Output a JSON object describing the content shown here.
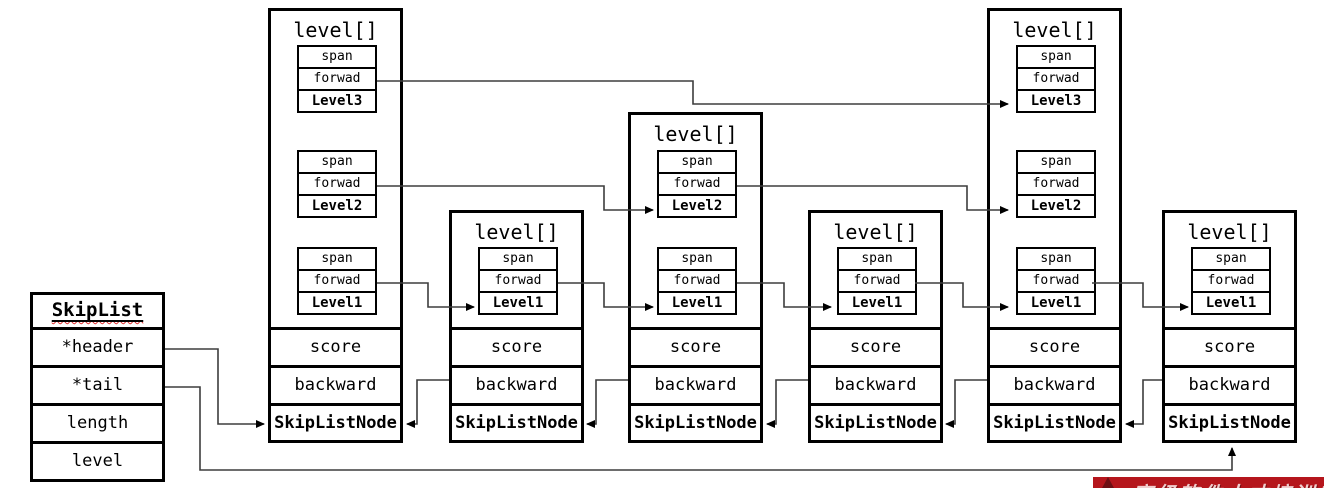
{
  "skiplist": {
    "title": "SkipList",
    "fields": [
      "*header",
      "*tail",
      "length",
      "level"
    ]
  },
  "nodes": [
    {
      "title": "level[]",
      "levels": [
        {
          "span": "span",
          "forward": "forwad",
          "label": "Level3"
        },
        {
          "span": "span",
          "forward": "forwad",
          "label": "Level2"
        },
        {
          "span": "span",
          "forward": "forwad",
          "label": "Level1"
        }
      ],
      "score": "score",
      "backward": "backward",
      "name": "SkipListNode"
    },
    {
      "title": "level[]",
      "levels": [
        {
          "span": "span",
          "forward": "forwad",
          "label": "Level1"
        }
      ],
      "score": "score",
      "backward": "backward",
      "name": "SkipListNode"
    },
    {
      "title": "level[]",
      "levels": [
        {
          "span": "span",
          "forward": "forwad",
          "label": "Level2"
        },
        {
          "span": "span",
          "forward": "forwad",
          "label": "Level1"
        }
      ],
      "score": "score",
      "backward": "backward",
      "name": "SkipListNode"
    },
    {
      "title": "level[]",
      "levels": [
        {
          "span": "span",
          "forward": "forwad",
          "label": "Level1"
        }
      ],
      "score": "score",
      "backward": "backward",
      "name": "SkipListNode"
    },
    {
      "title": "level[]",
      "levels": [
        {
          "span": "span",
          "forward": "forwad",
          "label": "Level3"
        },
        {
          "span": "span",
          "forward": "forwad",
          "label": "Level2"
        },
        {
          "span": "span",
          "forward": "forwad",
          "label": "Level1"
        }
      ],
      "score": "score",
      "backward": "backward",
      "name": "SkipListNode"
    },
    {
      "title": "level[]",
      "levels": [
        {
          "span": "span",
          "forward": "forwad",
          "label": "Level1"
        }
      ],
      "score": "score",
      "backward": "backward",
      "name": "SkipListNode"
    }
  ],
  "edges": [
    {
      "from": "skiplist.*header",
      "to": "node1.SkipListNode"
    },
    {
      "from": "skiplist.*tail",
      "to": "node6.SkipListNode"
    },
    {
      "from": "node1.Level3.forwad",
      "to": "node5.Level3"
    },
    {
      "from": "node1.Level2.forwad",
      "to": "node3.Level2"
    },
    {
      "from": "node3.Level2.forwad",
      "to": "node5.Level2"
    },
    {
      "from": "node1.Level1.forwad",
      "to": "node2.Level1"
    },
    {
      "from": "node2.Level1.forwad",
      "to": "node3.Level1"
    },
    {
      "from": "node3.Level1.forwad",
      "to": "node4.Level1"
    },
    {
      "from": "node4.Level1.forwad",
      "to": "node5.Level1"
    },
    {
      "from": "node5.Level1.forwad",
      "to": "node6.Level1"
    },
    {
      "from": "node2.backward",
      "to": "node1.SkipListNode"
    },
    {
      "from": "node3.backward",
      "to": "node2.SkipListNode"
    },
    {
      "from": "node4.backward",
      "to": "node3.SkipListNode"
    },
    {
      "from": "node5.backward",
      "to": "node4.SkipListNode"
    },
    {
      "from": "node6.backward",
      "to": "node5.SkipListNode"
    }
  ],
  "watermark": {
    "text": "高级软件人才培训专家"
  },
  "colors": {
    "line": "#3d3d3d",
    "box_border": "#000000",
    "ribbon_bg": "#b5161c",
    "ribbon_fold": "#6d0f13",
    "squiggle": "#e03131"
  }
}
